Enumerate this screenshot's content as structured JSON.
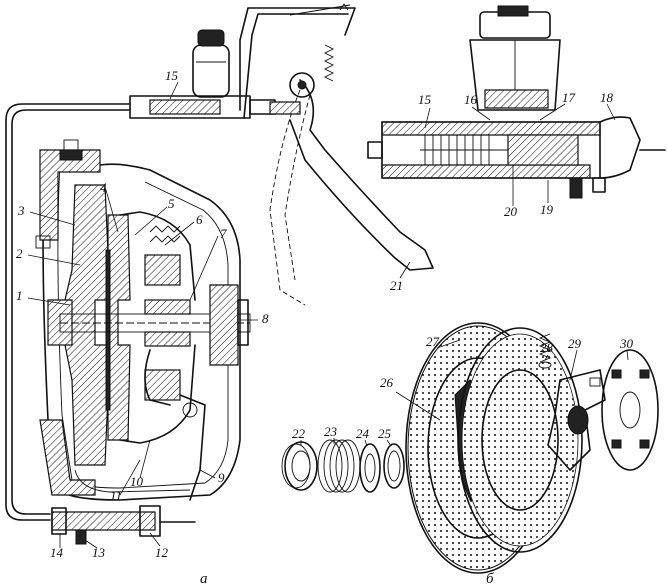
{
  "callouts": {
    "c1": "1",
    "c2": "2",
    "c3": "3",
    "c4": "4",
    "c5": "5",
    "c6": "6",
    "c7": "7",
    "c8": "8",
    "c9": "9",
    "c10": "10",
    "c11": "11",
    "c12": "12",
    "c13": "13",
    "c14": "14",
    "c15": "15",
    "c15b": "15",
    "c16": "16",
    "c17": "17",
    "c18": "18",
    "c19": "19",
    "c20": "20",
    "c21": "21",
    "c22": "22",
    "c23": "23",
    "c24": "24",
    "c25": "25",
    "c26": "26",
    "c27": "27",
    "c28": "28",
    "c29": "29",
    "c30": "30"
  },
  "captions": {
    "a": "а",
    "b": "б"
  }
}
